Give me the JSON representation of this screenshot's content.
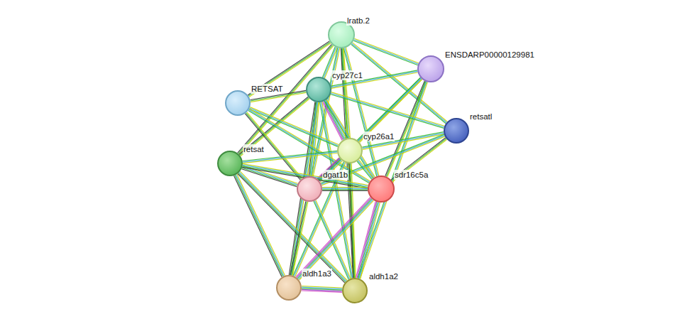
{
  "diagram": {
    "nodes": [
      {
        "text": [
          "lratb.2"
        ]
      },
      {
        "text": [
          "ENSDARP00000129981"
        ]
      },
      {
        "text": [
          "cyp27c1"
        ]
      },
      {
        "text": [
          "RETSAT"
        ]
      },
      {
        "text": [
          "retsatl"
        ]
      },
      {
        "text": [
          "cyp26a1"
        ]
      },
      {
        "text": [
          "retsat"
        ]
      },
      {
        "text": [
          "dgat1b"
        ]
      },
      {
        "text": [
          "sdr16c5a"
        ]
      },
      {
        "text": [
          "aldh1a3"
        ]
      },
      {
        "text": [
          "aldh1a2"
        ]
      }
    ],
    "edges": [
      {
        "from": 0,
        "to": 1,
        "arrow": "none"
      },
      {
        "from": 0,
        "to": 2,
        "arrow": "none"
      },
      {
        "from": 0,
        "to": 3,
        "arrow": "none"
      },
      {
        "from": 0,
        "to": 4,
        "arrow": "none"
      },
      {
        "from": 0,
        "to": 5,
        "arrow": "none"
      },
      {
        "from": 0,
        "to": 6,
        "arrow": "none"
      },
      {
        "from": 0,
        "to": 7,
        "arrow": "none"
      },
      {
        "from": 0,
        "to": 8,
        "arrow": "none"
      },
      {
        "from": 0,
        "to": 10,
        "arrow": "none"
      },
      {
        "from": 1,
        "to": 2,
        "arrow": "none"
      },
      {
        "from": 1,
        "to": 5,
        "arrow": "none"
      },
      {
        "from": 1,
        "to": 8,
        "arrow": "none"
      },
      {
        "from": 1,
        "to": 10,
        "arrow": "none"
      },
      {
        "from": 1,
        "to": 7,
        "arrow": "none"
      },
      {
        "from": 2,
        "to": 3,
        "arrow": "none"
      },
      {
        "from": 2,
        "to": 4,
        "arrow": "none"
      },
      {
        "from": 2,
        "to": 5,
        "arrow": "none"
      },
      {
        "from": 2,
        "to": 6,
        "arrow": "none"
      },
      {
        "from": 2,
        "to": 7,
        "arrow": "none"
      },
      {
        "from": 2,
        "to": 8,
        "arrow": "none"
      },
      {
        "from": 2,
        "to": 9,
        "arrow": "none"
      },
      {
        "from": 2,
        "to": 10,
        "arrow": "none"
      },
      {
        "from": 3,
        "to": 5,
        "arrow": "none"
      },
      {
        "from": 3,
        "to": 7,
        "arrow": "none"
      },
      {
        "from": 3,
        "to": 8,
        "arrow": "none"
      },
      {
        "from": 4,
        "to": 5,
        "arrow": "none"
      },
      {
        "from": 4,
        "to": 8,
        "arrow": "none"
      },
      {
        "from": 4,
        "to": 7,
        "arrow": "none"
      },
      {
        "from": 5,
        "to": 6,
        "arrow": "none"
      },
      {
        "from": 5,
        "to": 7,
        "arrow": "none"
      },
      {
        "from": 5,
        "to": 8,
        "arrow": "none"
      },
      {
        "from": 5,
        "to": 9,
        "arrow": "none"
      },
      {
        "from": 5,
        "to": 10,
        "arrow": "none"
      },
      {
        "from": 6,
        "to": 7,
        "arrow": "none"
      },
      {
        "from": 6,
        "to": 8,
        "arrow": "none"
      },
      {
        "from": 6,
        "to": 9,
        "arrow": "none"
      },
      {
        "from": 6,
        "to": 10,
        "arrow": "none"
      },
      {
        "from": 7,
        "to": 8,
        "arrow": "none"
      },
      {
        "from": 7,
        "to": 9,
        "arrow": "none"
      },
      {
        "from": 7,
        "to": 10,
        "arrow": "none"
      },
      {
        "from": 8,
        "to": 9,
        "arrow": "none"
      },
      {
        "from": 8,
        "to": 10,
        "arrow": "none"
      },
      {
        "from": 9,
        "to": 10,
        "arrow": "none"
      }
    ]
  }
}
